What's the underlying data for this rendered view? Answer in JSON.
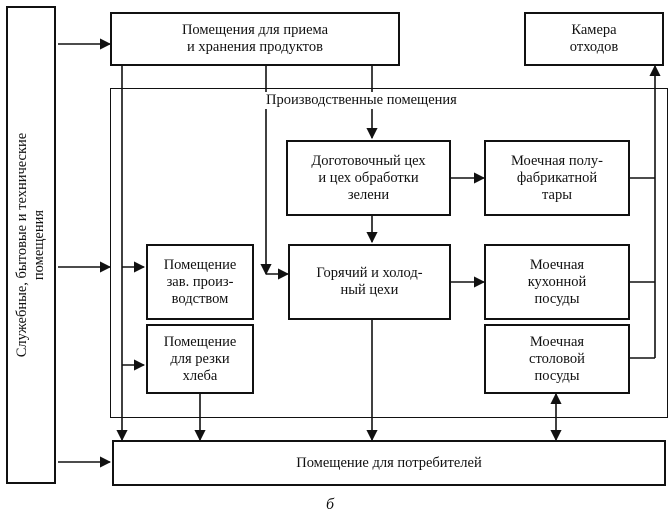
{
  "diagram": {
    "left_block": "Служебные, бытовые и технические\nпомещения",
    "storage": "Помещения для приема\nи хранения продуктов",
    "waste": "Камера\nотходов",
    "production_group": "Производственные помещения",
    "prep_shop": "Доготовочный цех\nи цех обработки\nзелени",
    "tare_washing": "Моечная полу-\nфабрикатной\nтары",
    "manager_room": "Помещение\nзав. произ-\nводством",
    "hot_cold": "Горячий и холод-\nный цехи",
    "kitchen_washing": "Моечная\nкухонной\nпосуды",
    "bread_cutting": "Помещение\nдля резки\nхлеба",
    "table_washing": "Моечная\nстоловой\nпосуды",
    "consumers": "Помещение для потребителей",
    "caption": "б"
  },
  "colors": {
    "line": "#111111",
    "background": "#ffffff"
  }
}
